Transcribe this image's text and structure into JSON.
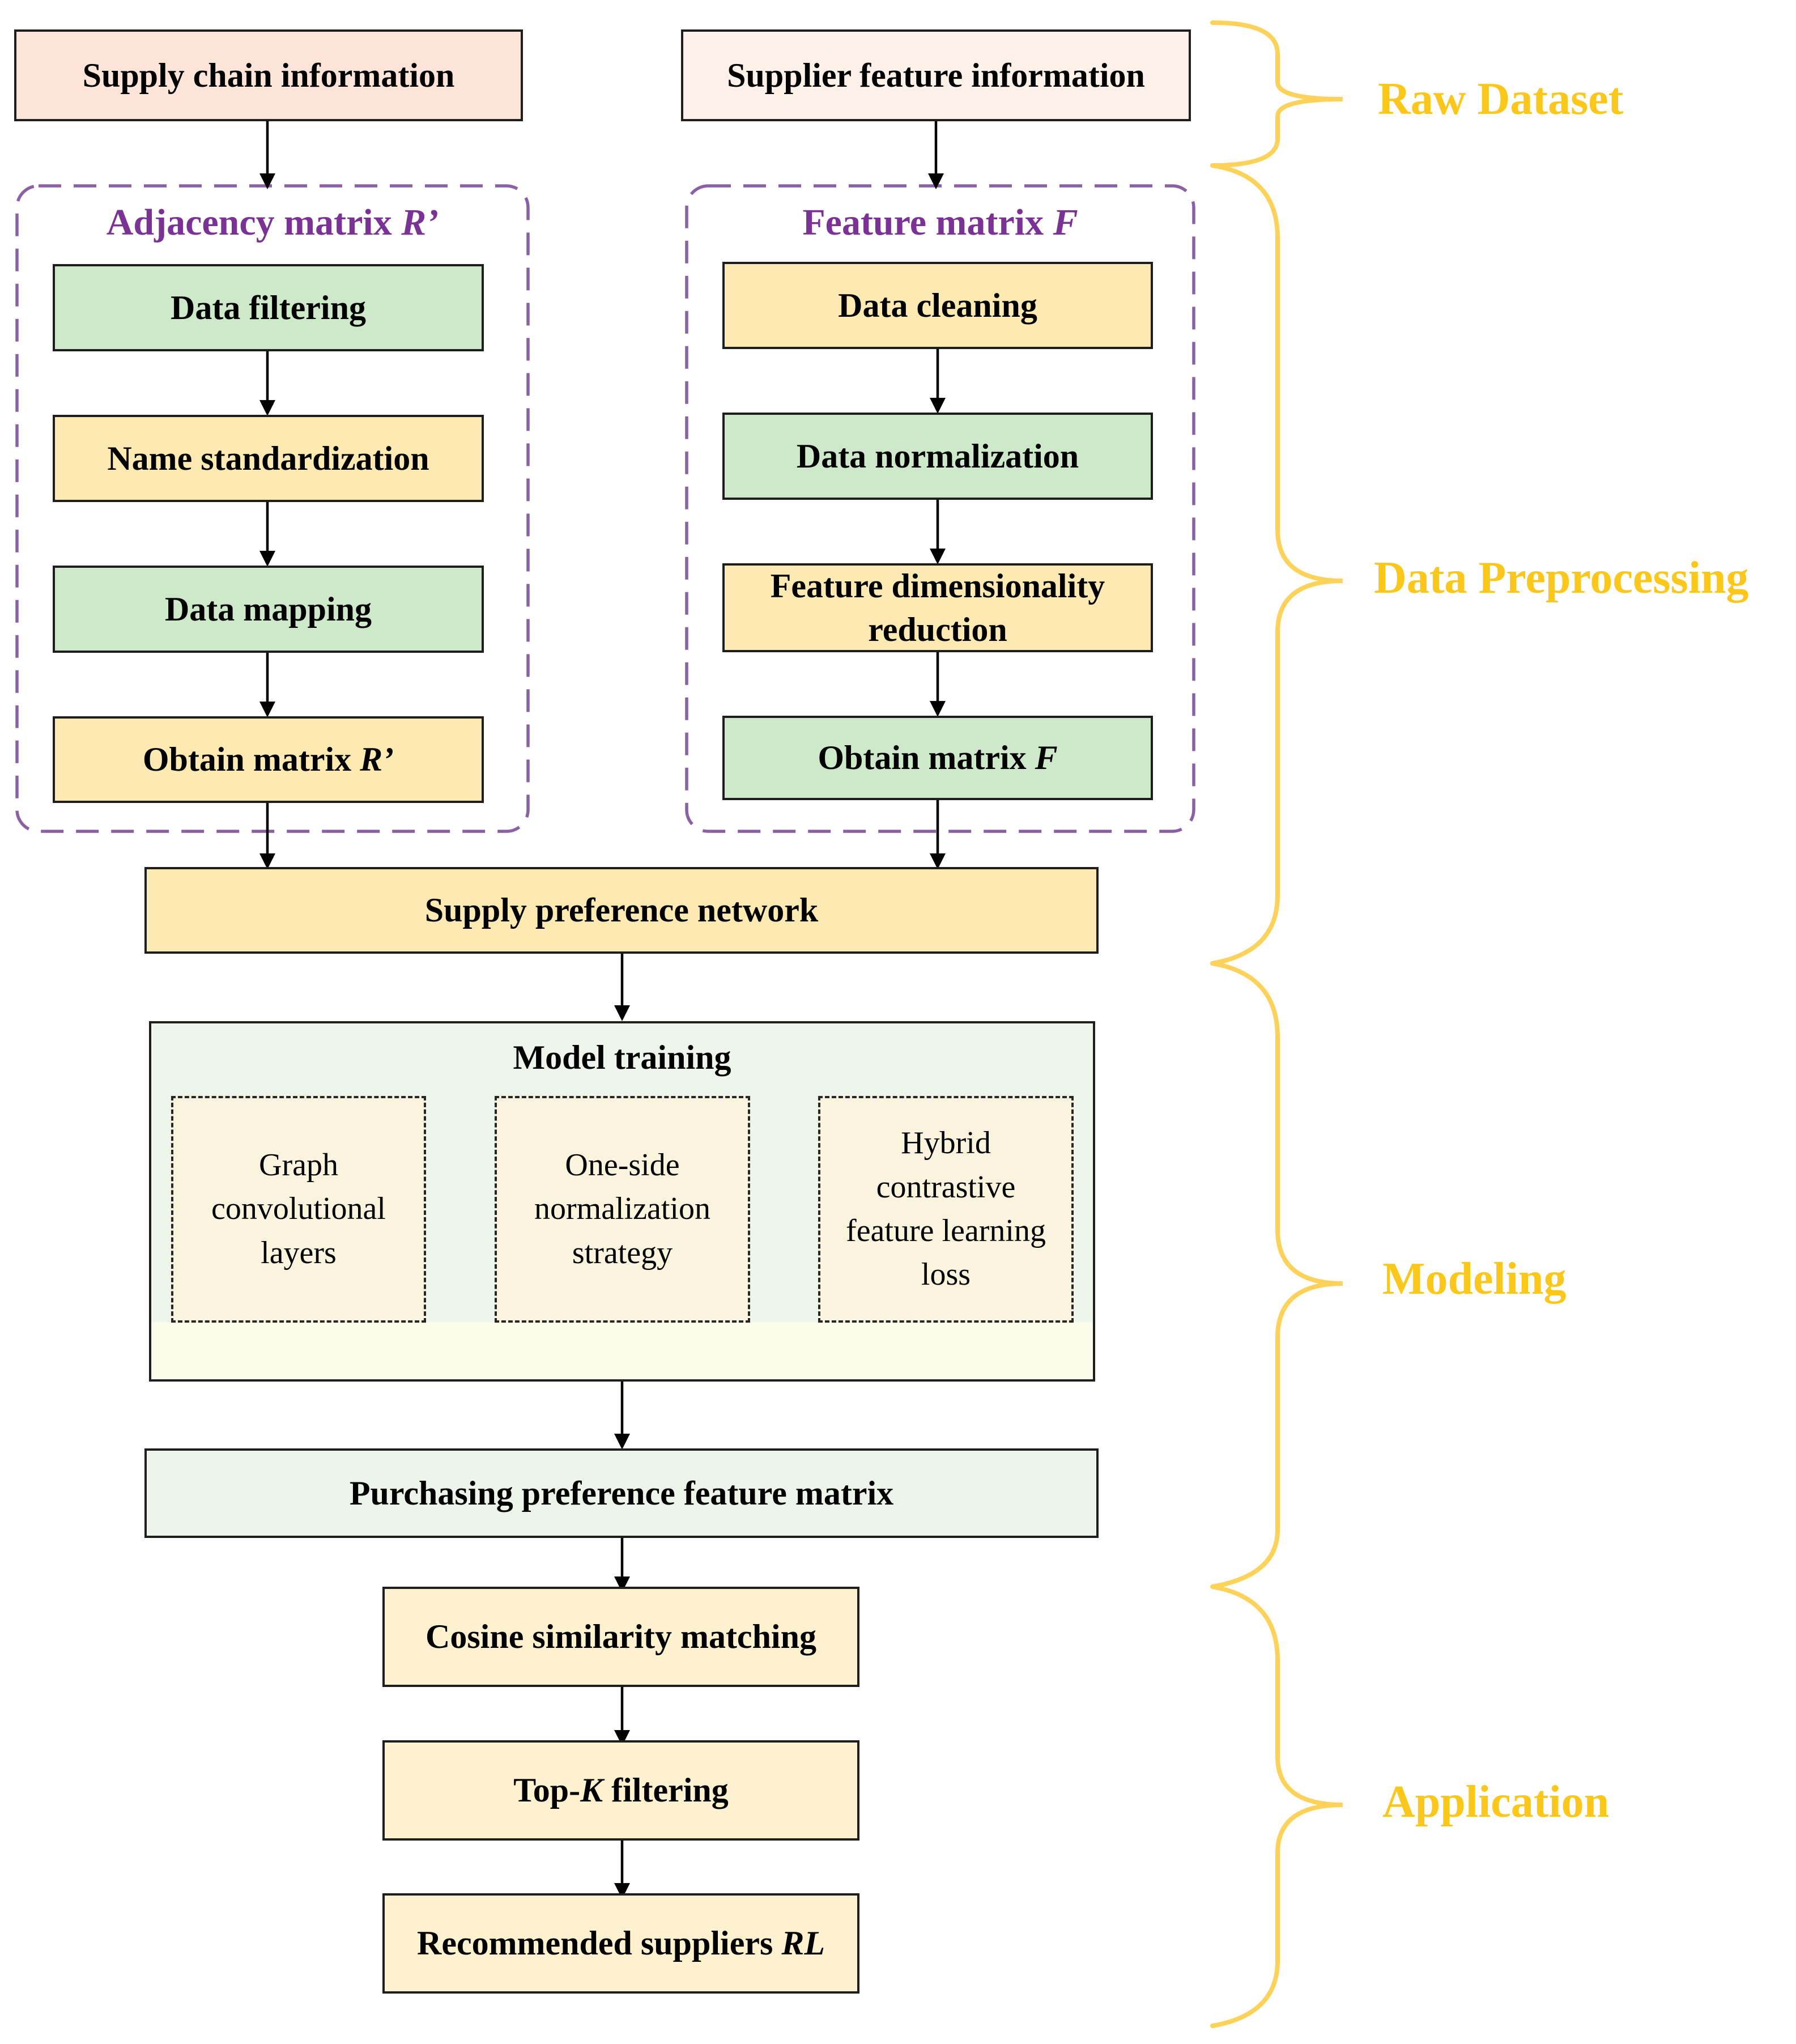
{
  "raw_dataset": {
    "supply_chain_info": "Supply chain information",
    "supplier_feature_info": "Supplier feature information"
  },
  "adjacency_group": {
    "title": "Adjacency matrix",
    "title_symbol": "R’",
    "steps": {
      "data_filtering": "Data filtering",
      "name_standardization": "Name standardization",
      "data_mapping": "Data mapping",
      "obtain_matrix": "Obtain matrix",
      "obtain_matrix_symbol": "R’"
    }
  },
  "feature_group": {
    "title": "Feature matrix",
    "title_symbol": "F",
    "steps": {
      "data_cleaning": "Data cleaning",
      "data_normalization": "Data normalization",
      "dim_reduction_line1": "Feature dimensionality",
      "dim_reduction_line2": "reduction",
      "obtain_matrix": "Obtain matrix",
      "obtain_matrix_symbol": "F"
    }
  },
  "supply_preference_network": "Supply preference network",
  "model_training": {
    "title": "Model training",
    "gcn": [
      "Graph",
      "convolutional",
      "layers"
    ],
    "normalization": [
      "One-side",
      "normalization",
      "strategy"
    ],
    "loss": [
      "Hybrid",
      "contrastive",
      "feature learning",
      "loss"
    ]
  },
  "purchasing_matrix": "Purchasing preference feature matrix",
  "application": {
    "cosine": "Cosine similarity matching",
    "topk_prefix": "Top-",
    "topk_symbol": "K",
    "topk_suffix": " filtering",
    "recommended": "Recommended suppliers",
    "recommended_symbol": "RL"
  },
  "stages": {
    "raw": "Raw Dataset",
    "preprocessing": "Data Preprocessing",
    "modeling": "Modeling",
    "application": "Application"
  },
  "colors": {
    "stage_label": "#fcc71b",
    "group_title": "#7a3294",
    "group_border": "#8b61a4",
    "green_box": "#cde9c9",
    "yellow_box": "#fdeab3",
    "pink_box": "#fde4d8"
  }
}
